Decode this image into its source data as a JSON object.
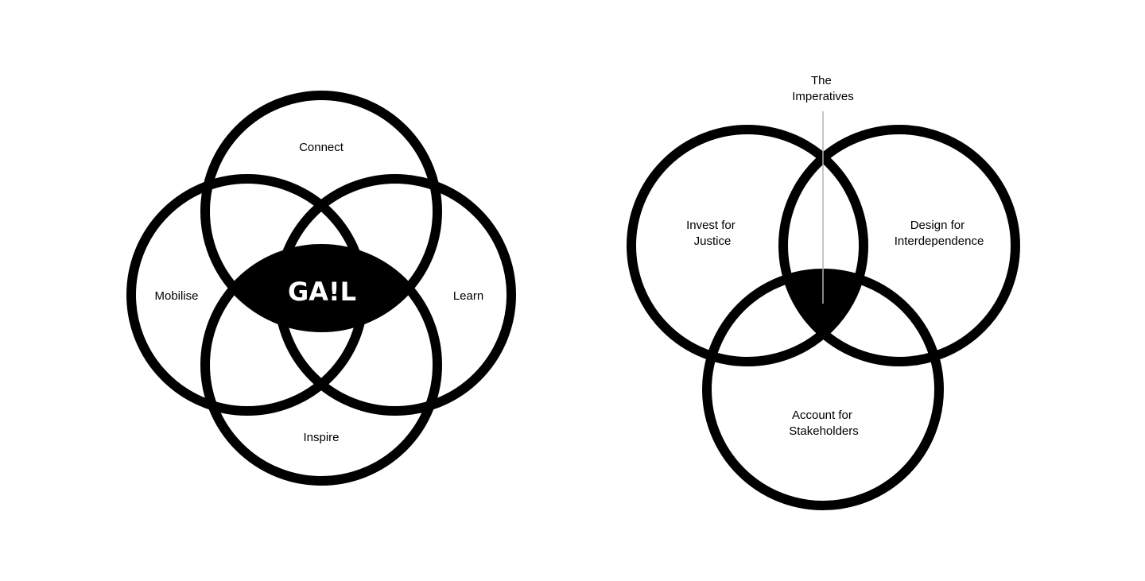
{
  "colors": {
    "stroke": "#000000",
    "fill": "#000000",
    "background": "#ffffff",
    "logo_text": "#ffffff",
    "pointer_line": "#b3b3b3"
  },
  "left_diagram": {
    "logo": "GA!L",
    "labels": {
      "top": "Connect",
      "left": "Mobilise",
      "right": "Learn",
      "bottom": "Inspire"
    }
  },
  "right_diagram": {
    "pointer_label": [
      "The",
      "Imperatives"
    ],
    "labels": {
      "left": [
        "Invest for",
        "Justice"
      ],
      "right": [
        "Design for",
        "Interdependence"
      ],
      "bottom": [
        "Account for",
        "Stakeholders"
      ]
    }
  }
}
